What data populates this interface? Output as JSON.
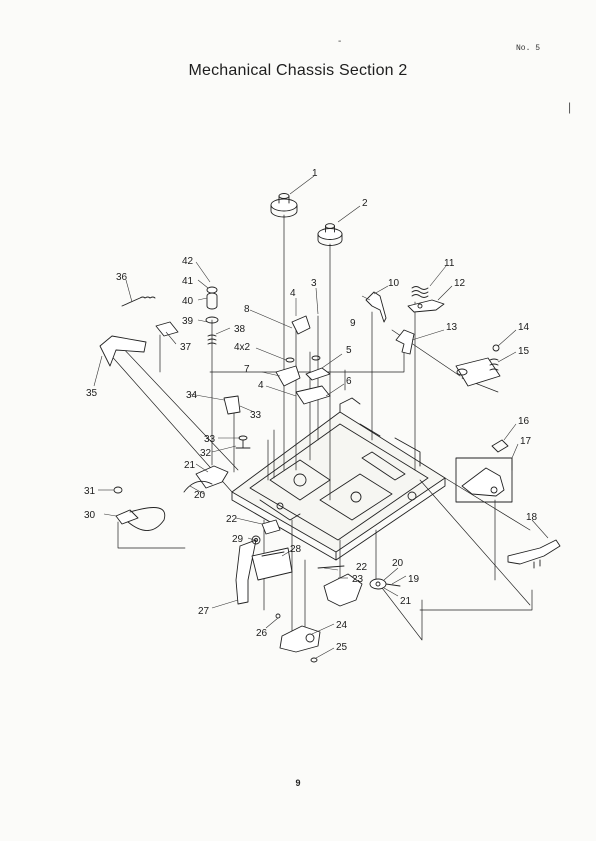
{
  "header": {
    "page_ref": "No. 5",
    "dash_mark": "-",
    "side_mark": "|"
  },
  "title": "Mechanical Chassis Section 2",
  "footer": {
    "page_number": "9"
  },
  "callouts": [
    "1",
    "2",
    "3",
    "4",
    "4x2",
    "4",
    "5",
    "6",
    "7",
    "8",
    "9",
    "10",
    "11",
    "12",
    "13",
    "14",
    "15",
    "16",
    "17",
    "18",
    "19",
    "20",
    "20",
    "21",
    "21",
    "22",
    "22",
    "23",
    "24",
    "25",
    "26",
    "27",
    "28",
    "29",
    "30",
    "31",
    "32",
    "33",
    "33",
    "34",
    "35",
    "36",
    "37",
    "38",
    "39",
    "40",
    "41",
    "42"
  ]
}
